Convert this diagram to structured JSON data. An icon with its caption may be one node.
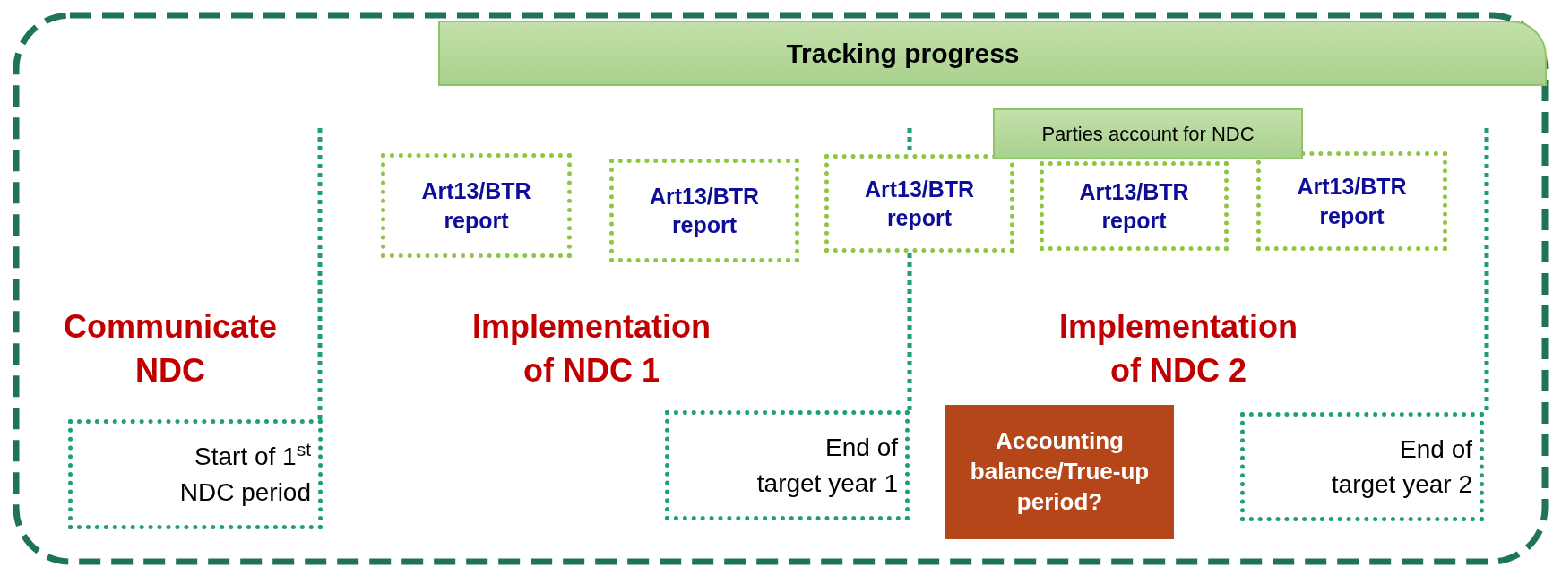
{
  "diagram": {
    "nodes": [
      {
        "text": [
          "Tracking progress"
        ]
      },
      {
        "text": [
          "Art13/BTR report"
        ]
      },
      {
        "text": [
          "Art13/BTR report"
        ]
      },
      {
        "text": [
          "Art13/BTR report"
        ]
      },
      {
        "text": [
          "Art13/BTR report"
        ]
      },
      {
        "text": [
          "Art13/BTR report"
        ]
      },
      {
        "text": [
          "Parties account for NDC"
        ]
      },
      {
        "text": [
          "Communicate NDC"
        ]
      },
      {
        "text": [
          "Start of 1$^{st}$ NDC period"
        ]
      },
      {
        "text": [
          "Implementation of NDC 1"
        ]
      },
      {
        "text": [
          "End of target year 1"
        ]
      },
      {
        "text": [
          "Implementation of NDC 2"
        ]
      },
      {
        "text": [
          "Accounting balance/True-up period?"
        ]
      },
      {
        "text": [
          "End of target year 2"
        ]
      }
    ]
  }
}
